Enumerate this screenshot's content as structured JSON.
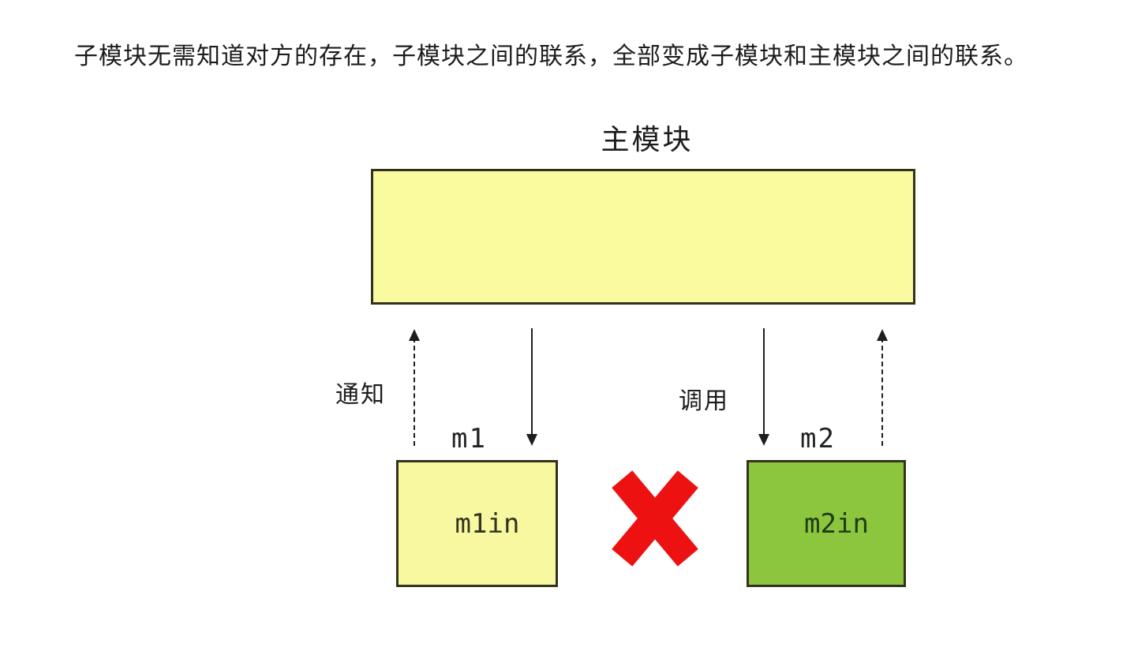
{
  "caption": "子模块无需知道对方的存在，子模块之间的联系，全部变成子模块和主模块之间的联系。",
  "diagram": {
    "main_module": {
      "label": "主模块"
    },
    "submodules": [
      {
        "name": "m1",
        "inner_label": "m1in",
        "fill": "#f8f8a0"
      },
      {
        "name": "m2",
        "inner_label": "m2in",
        "fill": "#8cc63f"
      }
    ],
    "arrows": [
      {
        "id": "m1-notify",
        "label": "通知",
        "style": "dashed",
        "direction": "up",
        "from": "m1",
        "to": "主模块"
      },
      {
        "id": "m1-call",
        "label": "",
        "style": "solid",
        "direction": "down",
        "from": "主模块",
        "to": "m1"
      },
      {
        "id": "m2-call",
        "label": "调用",
        "style": "solid",
        "direction": "down",
        "from": "主模块",
        "to": "m2"
      },
      {
        "id": "m2-notify",
        "label": "",
        "style": "dashed",
        "direction": "up",
        "from": "m2",
        "to": "主模块"
      }
    ],
    "forbidden_link": {
      "between": [
        "m1",
        "m2"
      ],
      "symbol": "x-mark"
    }
  },
  "colors": {
    "page-bg": "#ffffff",
    "main-module-fill": "#fafa9e",
    "submodule-m1-fill": "#f8f8a0",
    "submodule-m2-fill": "#8cc63f",
    "box-border": "#32321e",
    "arrow": "#1e1e1e",
    "x-mark-red": "#ee1111",
    "text": "#1c1c1c"
  }
}
